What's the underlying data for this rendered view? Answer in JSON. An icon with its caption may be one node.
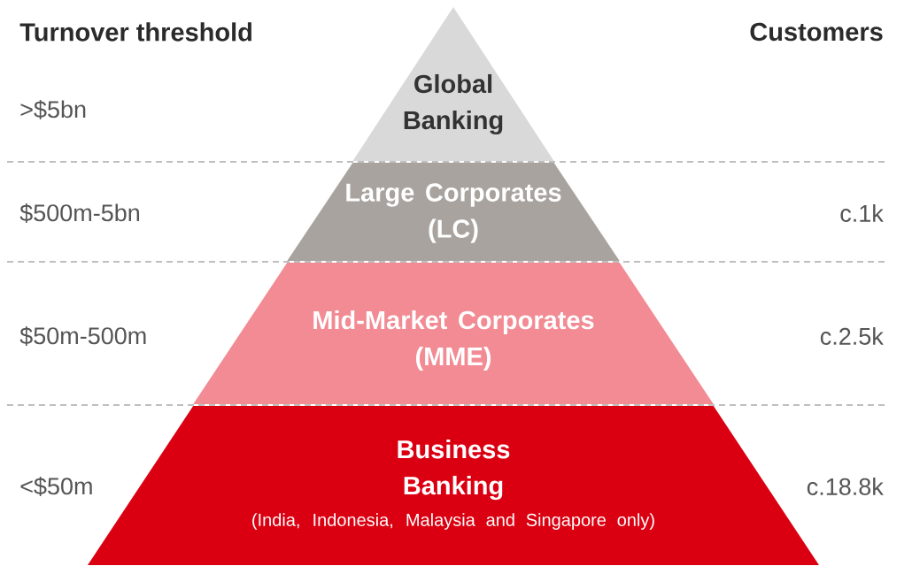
{
  "diagram": {
    "nodes": [
      {
        "text": [
          "Global Banking"
        ]
      },
      {
        "text": [
          "Large Corporates (LC)"
        ]
      },
      {
        "text": [
          "Mid-Market Corporates (MME)"
        ]
      },
      {
        "text": [
          "Business Banking",
          "(India, Indonesia, Malaysia and Singapore only)"
        ]
      }
    ],
    "labels": [
      "Turnover threshold",
      "Customers",
      ">$5bn",
      "$500m-5bn",
      "c.1k",
      "$50m-500m",
      "c.2.5k",
      "<$50m",
      "c.18.8k"
    ]
  }
}
